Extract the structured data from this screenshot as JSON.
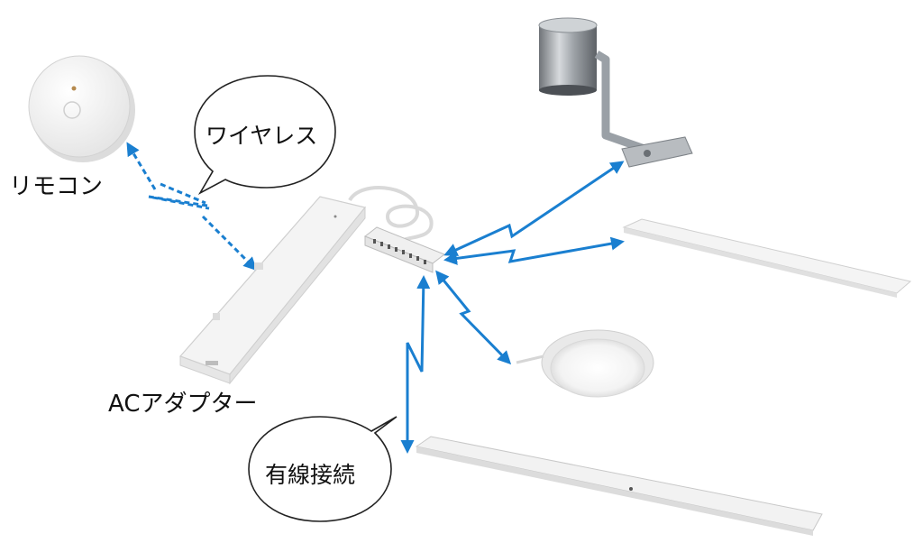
{
  "labels": {
    "remote": "リモコン",
    "ac_adapter": "ACアダプター",
    "wireless": "ワイヤレス",
    "wired": "有線接続"
  },
  "colors": {
    "arrow": "#1a7fd0",
    "bubble_stroke": "#222222",
    "device_white": "#f2f2f2",
    "device_edge": "#c9c9c9",
    "metal": "#9aa0a6"
  },
  "icons": {
    "remote": "round-remote-control",
    "adapter": "ac-adapter-box",
    "hub": "connector-hub",
    "spotlight": "metal-cabinet-spotlight",
    "strip_top": "led-strip-light",
    "puck": "round-puck-light",
    "strip_bottom": "led-strip-light-long"
  }
}
